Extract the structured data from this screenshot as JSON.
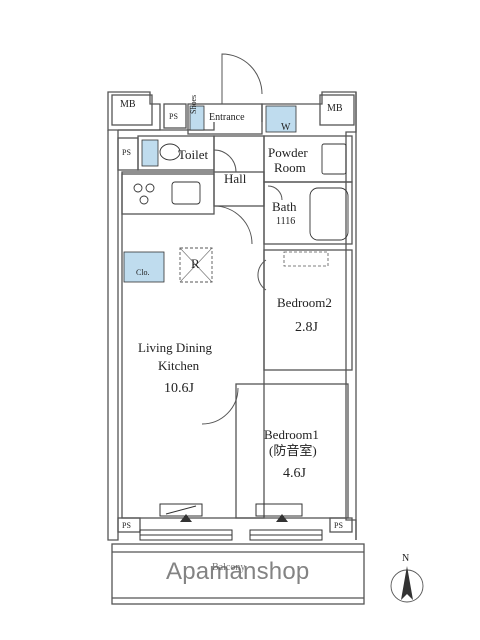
{
  "rooms": {
    "entrance": "Entrance",
    "toilet": "Toilet",
    "hall": "Hall",
    "powder_line1": "Powder",
    "powder_line2": "Room",
    "bath": "Bath",
    "bath_size": "1116",
    "bedroom2": "Bedroom2",
    "bedroom2_size": "2.8J",
    "ldk_line1": "Living Dining",
    "ldk_line2": "Kitchen",
    "ldk_size": "10.6J",
    "bedroom1": "Bedroom1",
    "bedroom1_note": "(防音室)",
    "bedroom1_size": "4.6J",
    "balcony": "Balcony"
  },
  "fixtures": {
    "mb": "MB",
    "ps": "PS",
    "shoes": "Shoes",
    "w": "W",
    "closet": "Clo.",
    "refrigerator": "R"
  },
  "compass": {
    "north": "N"
  },
  "watermark": "Apamanshop",
  "colors": {
    "wall": "#555555",
    "fixture_blue": "#bfdcee",
    "line": "#333333"
  }
}
